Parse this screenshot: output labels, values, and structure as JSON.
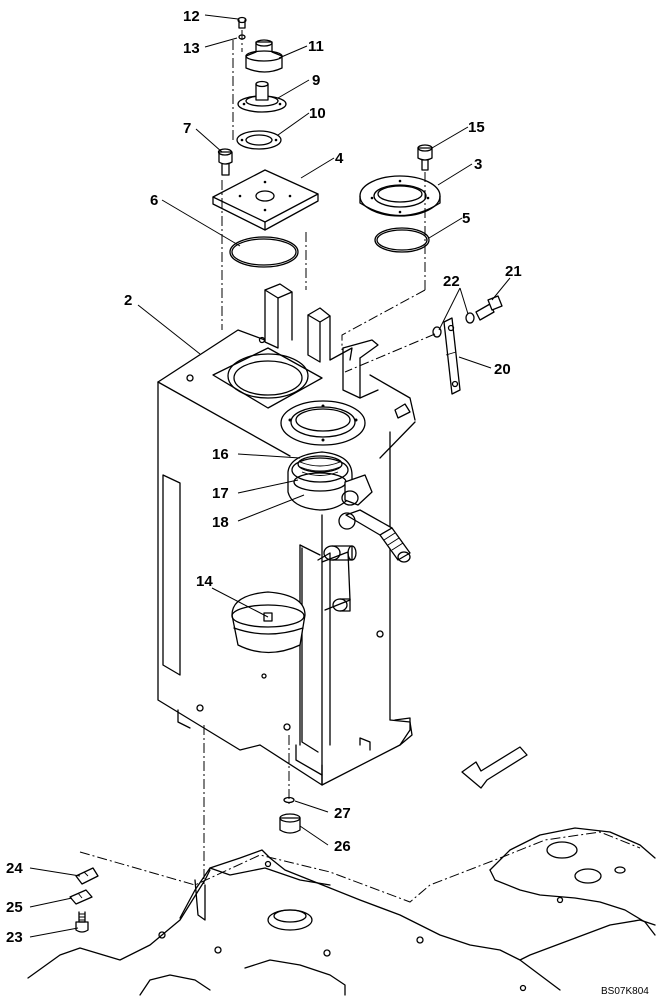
{
  "diagram": {
    "title": "",
    "drawing_code": "BS07K804",
    "part_numbers": [
      "2",
      "3",
      "4",
      "5",
      "6",
      "7",
      "9",
      "10",
      "11",
      "12",
      "13",
      "14",
      "15",
      "16",
      "17",
      "18",
      "20",
      "21",
      "22",
      "23",
      "24",
      "25",
      "26",
      "27"
    ]
  }
}
